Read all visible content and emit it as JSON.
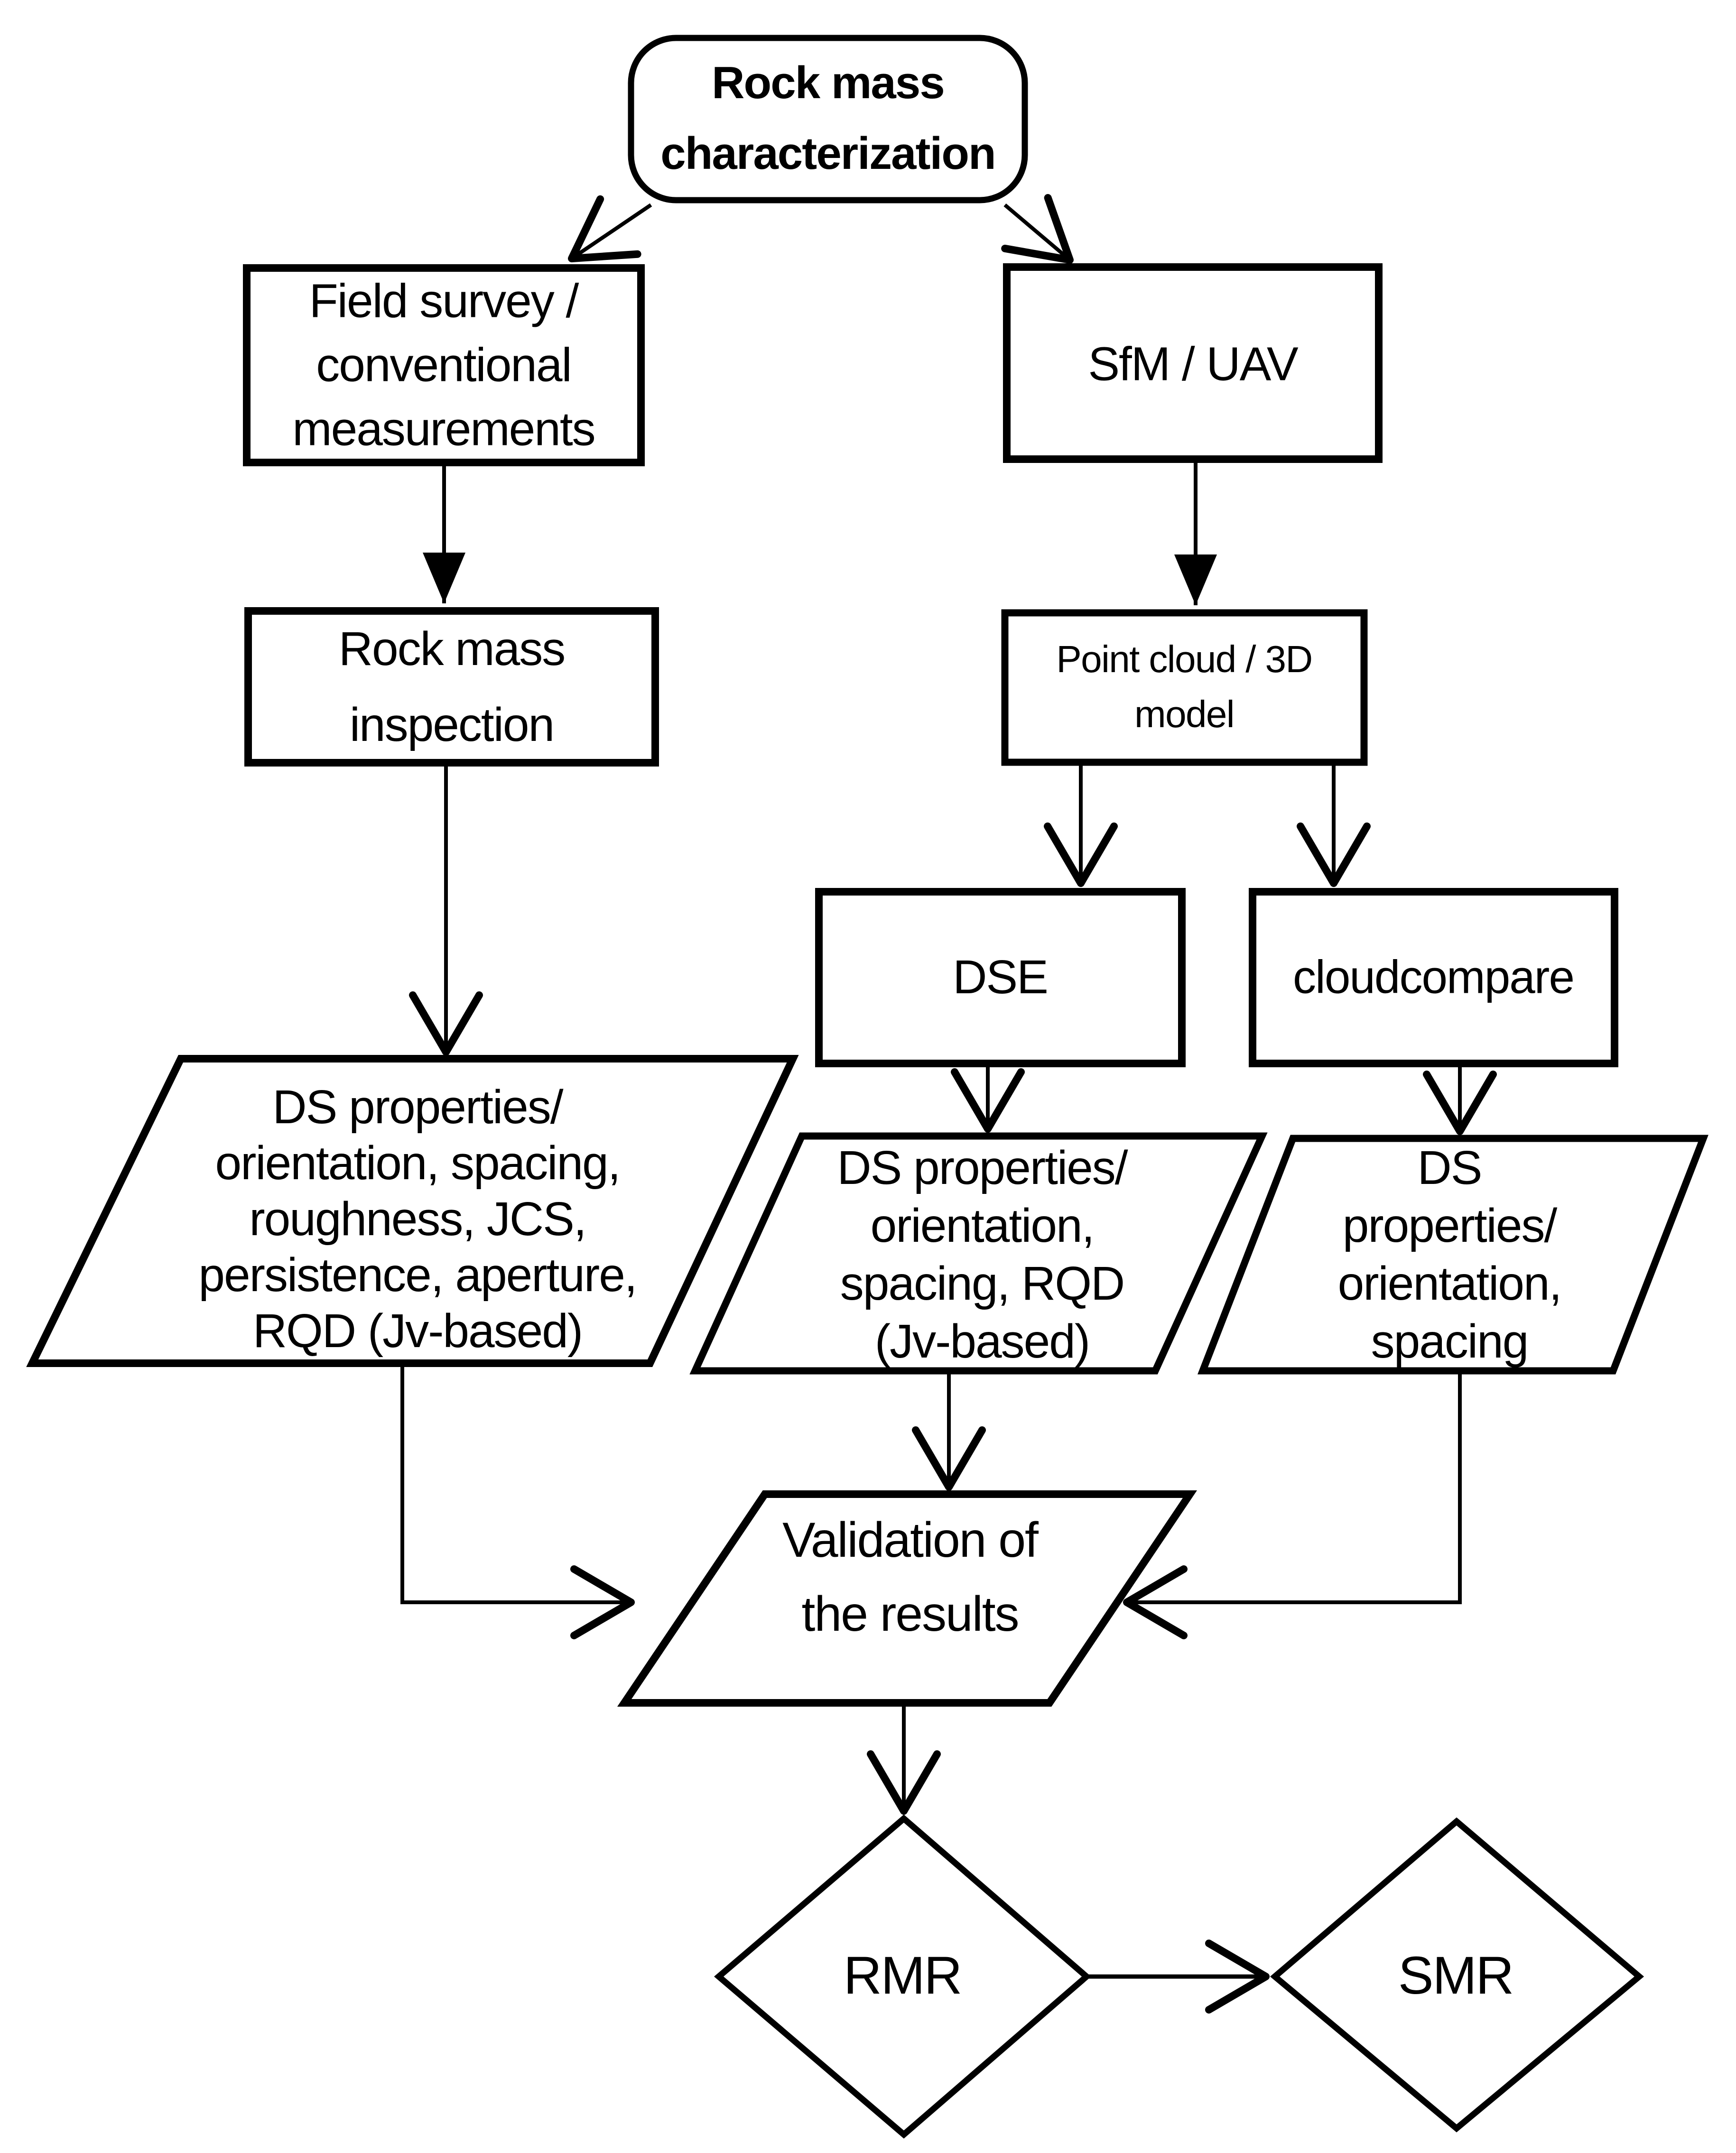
{
  "figure": {
    "type": "flowchart",
    "background_color": "#ffffff",
    "line_color": "#000000",
    "text_color": "#000000"
  },
  "nodes": {
    "title": {
      "label": "Rock mass\ncharacterization",
      "shape": "rounded-rectangle"
    },
    "field_survey": {
      "label": "Field survey /\nconventional\nmeasurements",
      "shape": "rectangle"
    },
    "sfm_uav": {
      "label": "SfM / UAV",
      "shape": "rectangle"
    },
    "rock_mass_inspection": {
      "label": "Rock mass\ninspection",
      "shape": "rectangle"
    },
    "point_cloud": {
      "label": "Point cloud / 3D\nmodel",
      "shape": "rectangle"
    },
    "dse": {
      "label": "DSE",
      "shape": "rectangle"
    },
    "cloudcompare": {
      "label": "cloudcompare",
      "shape": "rectangle"
    },
    "ds_field": {
      "label": "DS properties/\norientation, spacing,\nroughness, JCS,\npersistence, aperture,\nRQD (Jv-based)",
      "shape": "parallelogram"
    },
    "ds_dse": {
      "label": "DS properties/\norientation,\nspacing, RQD\n(Jv-based)",
      "shape": "parallelogram"
    },
    "ds_cloudcompare": {
      "label": "DS\nproperties/\norientation,\nspacing",
      "shape": "parallelogram"
    },
    "validation": {
      "label": "Validation of\nthe results",
      "shape": "parallelogram"
    },
    "rmr": {
      "label": "RMR",
      "shape": "diamond"
    },
    "smr": {
      "label": "SMR",
      "shape": "diamond"
    }
  },
  "edges": [
    {
      "from": "title",
      "to": "field_survey"
    },
    {
      "from": "title",
      "to": "sfm_uav"
    },
    {
      "from": "field_survey",
      "to": "rock_mass_inspection"
    },
    {
      "from": "sfm_uav",
      "to": "point_cloud"
    },
    {
      "from": "point_cloud",
      "to": "dse"
    },
    {
      "from": "point_cloud",
      "to": "cloudcompare"
    },
    {
      "from": "rock_mass_inspection",
      "to": "ds_field"
    },
    {
      "from": "dse",
      "to": "ds_dse"
    },
    {
      "from": "cloudcompare",
      "to": "ds_cloudcompare"
    },
    {
      "from": "ds_field",
      "to": "validation"
    },
    {
      "from": "ds_dse",
      "to": "validation"
    },
    {
      "from": "ds_cloudcompare",
      "to": "validation"
    },
    {
      "from": "validation",
      "to": "rmr"
    },
    {
      "from": "rmr",
      "to": "smr"
    }
  ]
}
